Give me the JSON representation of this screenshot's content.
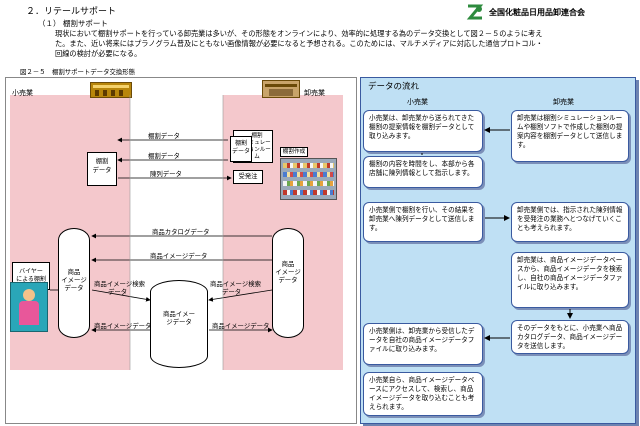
{
  "header": {
    "section_title": "２．リテールサポート",
    "logo_text": "全国化粧品日用品卸連合会",
    "subsection": "（１） 棚割サポート",
    "paragraph": [
      "現状において棚割サポートを行っている卸売業は多いが、その形態をオンラインにより、効率的に処理する為のデータ交換として図２－５のように考え",
      "た。また、近い将来にはプラノグラム普及にともない画像情報が必要になると予想される。このためには、マルチメディアに対応した通信プロトコル・",
      "回線の検討が必要になる。"
    ]
  },
  "figure": {
    "caption": "図２－５　棚割サポートデータ交換形態",
    "retailer_label": "小売業",
    "wholesaler_label": "卸売業",
    "boxes": {
      "tanawari_data_left": "棚割\nデータ",
      "simulation": "棚割\nシミュレーションルーム",
      "tanawari_sakusei": "棚割作成",
      "tanawari_data_right": "棚割\nデータ",
      "juhatchu": "受発注",
      "buyer": "バイヤー\nによる棚割"
    },
    "cylinders": {
      "left": "商品\nイメージ\nデータ",
      "center": "商品イメー\nジデータ",
      "right": "商品\nイメージ\nデータ"
    },
    "arrows": {
      "a1": "棚割データ",
      "a2": "棚割データ",
      "a3": "陳列データ",
      "a4": "商品カタログデータ",
      "a5": "商品イメージデータ",
      "a6": "商品イメージ検索",
      "a7": "データ",
      "a8": "商品イメージ検索",
      "a9": "データ",
      "a10": "商品イメージデータ",
      "a11": "商品イメージデータ"
    }
  },
  "flow": {
    "title": "データの流れ",
    "col_retail": "小売業",
    "col_wholesale": "卸売業",
    "boxes": {
      "b1": "小売業は、卸売業から送られてきた棚割の提案情報を棚割データとして取り込みます。",
      "b2": "卸売業は棚割シミュレーションルームや棚割ソフトで作成した棚割の提案内容を棚割データとして送信します。",
      "b3": "棚割の内容を時間をし、本部から各店舗に陳列情報として指示します。",
      "b4": "小売業側で棚割を行い、その結果を卸売業へ陳列データとして送信します。",
      "b5": "卸売業側では、指示された陳列情報を受発注の業務へとつなげていくことも考えられます。",
      "b6": "卸売業は、商品イメージデータベースから、商品イメージデータを検索し、自社の商品イメージデータファイルに取り込みます。",
      "b7": "そのデータをもとに、小売業へ商品カタログデータ、商品イメージデータを送信します。",
      "b8": "小売業側は、卸売業から受信したデータを自社の商品イメージデータファイルに取り込みます。",
      "b9": "小売業自ら、商品イメージデータベースにアクセスして、検索し、商品イメージデータを取り込むことも考えられます。"
    }
  },
  "colors": {
    "pink": "#f4c8cc",
    "flow_bg": "#bfe0f4",
    "flow_border": "#3a5aa0",
    "logo_green": "#2e8b3e"
  }
}
